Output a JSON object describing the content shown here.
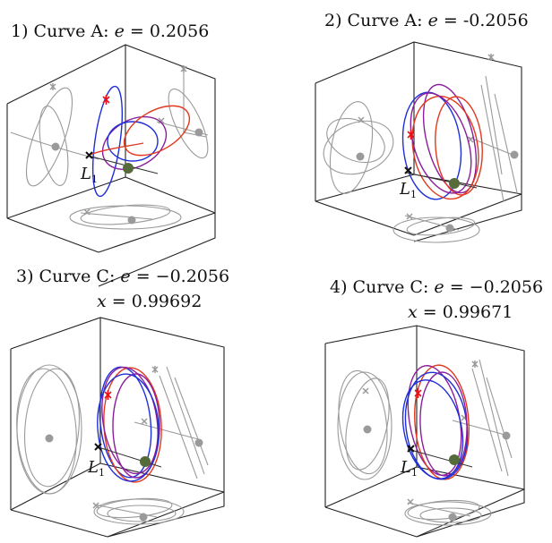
{
  "panels": [
    {
      "num": "1) Curve A: ",
      "e_var": "e",
      "e_value": " = 0.2056",
      "x_line": "",
      "label": "L",
      "label_sub": "1"
    },
    {
      "num": "2) Curve A: ",
      "e_var": "e",
      "e_value": " = -0.2056",
      "x_line": "",
      "label": "L",
      "label_sub": "1"
    },
    {
      "num": "3) Curve C: ",
      "e_var": "e",
      "e_value": " = −0.2056",
      "x_var": "x",
      "x_line": " = 0.99692",
      "label": "L",
      "label_sub": "1"
    },
    {
      "num": "4) Curve C: ",
      "e_var": "e",
      "e_value": " = −0.2056",
      "x_var": "x",
      "x_line": " = 0.99671",
      "label": "L",
      "label_sub": "1"
    }
  ],
  "colors": {
    "projection": "#9a9a9a",
    "orbit_blue": "#1f2fd8",
    "orbit_red": "#e0391f",
    "orbit_purple": "#8a1e9a",
    "star_red": "#e8101a",
    "body_green": "#556b3a",
    "box_line": "#222222"
  }
}
